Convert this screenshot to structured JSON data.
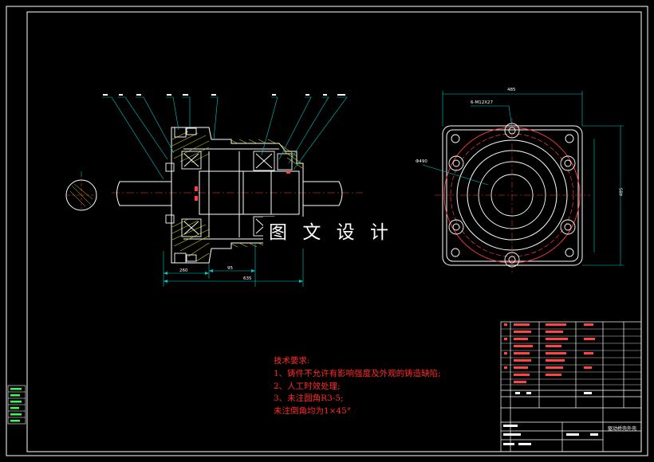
{
  "watermark": "图 文 设 计",
  "technical_requirements": {
    "heading": "技术要求:",
    "items": [
      "1、铸件不允许有影响强度及外观的铸造缺陷;",
      "2、人工时效处理;",
      "3、未注圆角R3-5;",
      "未注倒角均为1×45°"
    ]
  },
  "dimensions": {
    "hole_callout": "6-M12X27",
    "circle_dia": "Φ490",
    "bottom_total": "635",
    "bottom_mid": "95",
    "bottom_left": "260",
    "front_width": "485",
    "front_height": "485"
  },
  "title_block": {
    "drawing_name": "驱动桥壳外壳"
  },
  "colors": {
    "background": "#000000",
    "frame": "#ffffff",
    "part": "#ffffff",
    "leader": "#00c8c8",
    "dimension": "#00c8c8",
    "hatch": "#d8d800",
    "centerline": "#ff3b3b",
    "notes": "#ff2a2a",
    "bolts": "#ff4040"
  }
}
